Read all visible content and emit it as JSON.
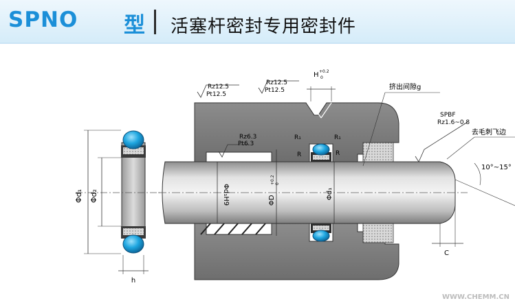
{
  "header": {
    "brand": "SPNO",
    "brand_suffix": "型",
    "title": "活塞杆密封专用密封件"
  },
  "diagram": {
    "ring_labels": {
      "d1": "Φd₁",
      "d2": "Φd₂",
      "h": "h"
    },
    "roughness_housing": [
      "Rz12.5",
      "Pt12.5"
    ],
    "roughness_groove": [
      "Rz12.5",
      "Pt12.5"
    ],
    "roughness_bore": [
      "Rz6.3",
      "Pt6.3"
    ],
    "roughness_rod": [
      "SPBF",
      "Rz1.6~0.8"
    ],
    "groove_width": "H",
    "groove_tol": "+0.2",
    "groove_tol2": "0",
    "radius_labels": [
      "R₁",
      "R₁",
      "R",
      "R"
    ],
    "extrusion_gap": "挤出间隙g",
    "deburr": "去毛刺飞边",
    "chamfer_angle": "10°~15°",
    "chamfer_len": "C",
    "bore_dim": "Φd₁H9",
    "groove_dia": "ΦD",
    "groove_dia_tol": "+0.2",
    "groove_dia_tol2": "0",
    "rod_dia": "Φd₁"
  },
  "colors": {
    "brand": "#1b8fd8",
    "seal": "#1aa0d8",
    "housing": "#7a7a7a",
    "rod": "#b8b8b8"
  },
  "footer": {
    "watermark": "WWW.CHEMM.CN"
  }
}
